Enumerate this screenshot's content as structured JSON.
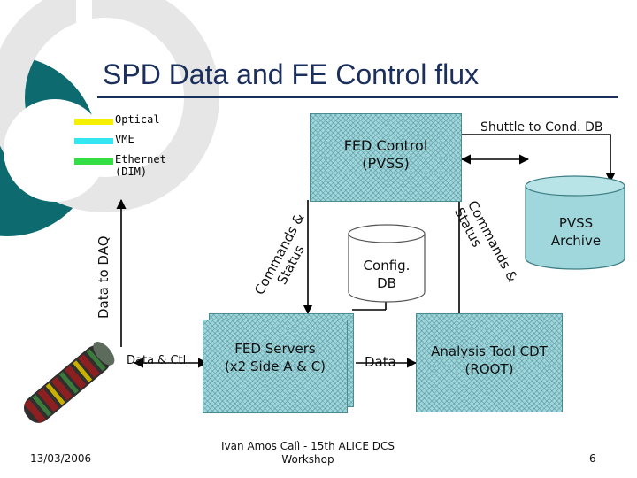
{
  "slide": {
    "title": "SPD Data and FE Control flux",
    "page_number": "6",
    "date": "13/03/2006",
    "footer_line1": "Ivan Amos Calì - 15th ALICE DCS",
    "footer_line2": "Workshop"
  },
  "legend": [
    {
      "label": "Optical",
      "color": "#f5ef00"
    },
    {
      "label": "VME",
      "color": "#33e6f0"
    },
    {
      "label": "Ethernet (DIM)",
      "color": "#33dd44"
    }
  ],
  "nodes": {
    "fed_control_line1": "FED Control",
    "fed_control_line2": "(PVSS)",
    "pvss_archive_line1": "PVSS",
    "pvss_archive_line2": "Archive",
    "config_db_line1": "Config.",
    "config_db_line2": "DB",
    "fed_servers_line1": "FED Servers",
    "fed_servers_line2": "(x2 Side A & C)",
    "analysis_tool_line1": "Analysis Tool CDT",
    "analysis_tool_line2": "(ROOT)"
  },
  "labels": {
    "shuttle": "Shuttle to Cond. DB",
    "data_to_daq": "Data to DAQ",
    "cmd_left_line1": "Commands &",
    "cmd_left_line2": "Status",
    "cmd_right_line1": "Commands &",
    "cmd_right_line2": "Status",
    "data_ctl": "Data & Ctl",
    "data": "Data"
  }
}
